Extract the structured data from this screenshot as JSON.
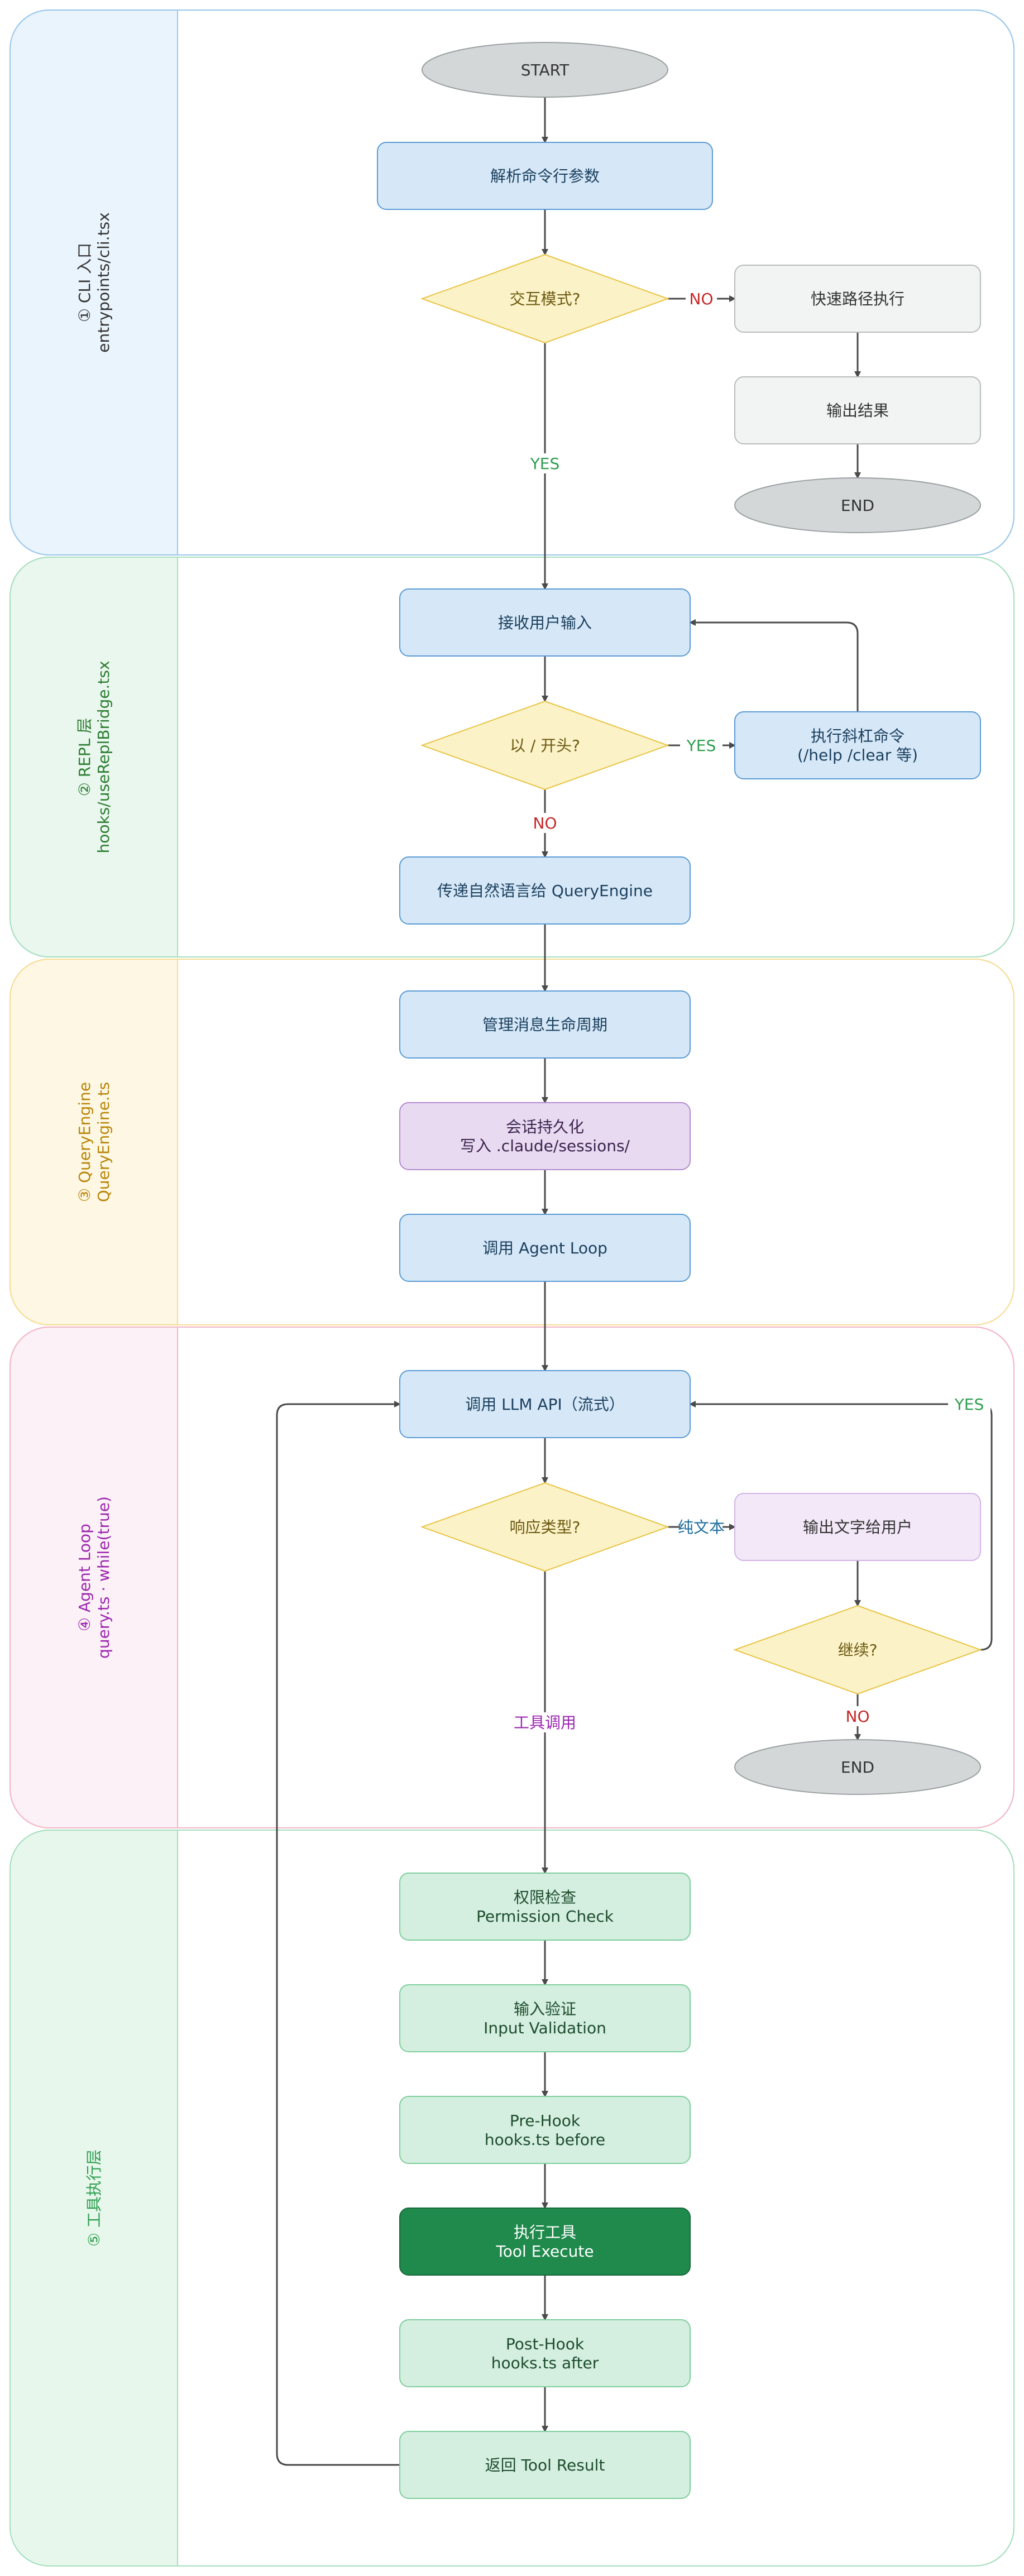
{
  "colors": {
    "edge": "#4a4a4a",
    "label_no": "#c62828",
    "label_yes": "#2e9e4f",
    "label_text": "#1f6f9f",
    "label_tool": "#9c27b0"
  },
  "lanes": [
    {
      "id": "lane-cli",
      "line1": "① CLI 入口",
      "line2": "entrypoints/cli.tsx",
      "color": "#333333",
      "fill": "#ffffff",
      "stroke": "#9ac7ec",
      "side": "#eaf4fd"
    },
    {
      "id": "lane-repl",
      "line1": "② REPL 层",
      "line2": "hooks/useReplBridge.tsx",
      "color": "#2e7d32",
      "fill": "#ffffff",
      "stroke": "#a7dfbf",
      "side": "#e9f7ee"
    },
    {
      "id": "lane-queryengine",
      "line1": "③ QueryEngine",
      "line2": "QueryEngine.ts",
      "color": "#b8860b",
      "fill": "#ffffff",
      "stroke": "#f6dc94",
      "side": "#fdf7e3"
    },
    {
      "id": "lane-agentloop",
      "line1": "④ Agent Loop",
      "line2": "query.ts · while(true)",
      "color": "#9c27b0",
      "fill": "#ffffff",
      "stroke": "#f2b6c4",
      "side": "#fcf1f6"
    },
    {
      "id": "lane-tools",
      "line1": "⑤ 工具执行层",
      "line2": "",
      "color": "#2e9e4f",
      "fill": "#ffffff",
      "stroke": "#a7dfbf",
      "side": "#e7f7ec"
    }
  ],
  "nodes": [
    {
      "id": "start",
      "shape": "ellipse",
      "lines": [
        "START"
      ],
      "fill": "#d3d7d7",
      "stroke": "#9aa0a0",
      "text": "#333333"
    },
    {
      "id": "parse-args",
      "shape": "rect",
      "lines": [
        "解析命令行参数"
      ],
      "fill": "#d6e8f7",
      "stroke": "#5b9bd5",
      "text": "#1b3f5e"
    },
    {
      "id": "interactive-mode",
      "shape": "diamond",
      "lines": [
        "交互模式?"
      ],
      "fill": "#fcf2c7",
      "stroke": "#e8c547",
      "text": "#6b5a12"
    },
    {
      "id": "fast-path",
      "shape": "rect",
      "lines": [
        "快速路径执行"
      ],
      "fill": "#f2f3f3",
      "stroke": "#b7bcbc",
      "text": "#333333"
    },
    {
      "id": "output-result",
      "shape": "rect",
      "lines": [
        "输出结果"
      ],
      "fill": "#f2f3f3",
      "stroke": "#b7bcbc",
      "text": "#333333"
    },
    {
      "id": "end-1",
      "shape": "ellipse",
      "lines": [
        "END"
      ],
      "fill": "#d3d7d7",
      "stroke": "#9aa0a0",
      "text": "#333333"
    },
    {
      "id": "receive-input",
      "shape": "rect",
      "lines": [
        "接收用户输入"
      ],
      "fill": "#d6e8f7",
      "stroke": "#5b9bd5",
      "text": "#1b3f5e"
    },
    {
      "id": "slash-check",
      "shape": "diamond",
      "lines": [
        "以 / 开头?"
      ],
      "fill": "#fcf2c7",
      "stroke": "#e8c547",
      "text": "#6b5a12"
    },
    {
      "id": "slash-command",
      "shape": "rect",
      "lines": [
        "执行斜杠命令",
        "(/help /clear 等)"
      ],
      "fill": "#d6e8f7",
      "stroke": "#5b9bd5",
      "text": "#1b3f5e"
    },
    {
      "id": "pass-to-queryengine",
      "shape": "rect",
      "lines": [
        "传递自然语言给 QueryEngine"
      ],
      "fill": "#d6e8f7",
      "stroke": "#5b9bd5",
      "text": "#1b3f5e"
    },
    {
      "id": "manage-lifecycle",
      "shape": "rect",
      "lines": [
        "管理消息生命周期"
      ],
      "fill": "#d6e8f7",
      "stroke": "#5b9bd5",
      "text": "#1b3f5e"
    },
    {
      "id": "session-persist",
      "shape": "rect",
      "lines": [
        "会话持久化",
        "写入 .claude/sessions/"
      ],
      "fill": "#e8daf0",
      "stroke": "#b48bd1",
      "text": "#3d2450"
    },
    {
      "id": "call-agent-loop",
      "shape": "rect",
      "lines": [
        "调用 Agent Loop"
      ],
      "fill": "#d6e8f7",
      "stroke": "#5b9bd5",
      "text": "#1b3f5e"
    },
    {
      "id": "call-llm-api",
      "shape": "rect",
      "lines": [
        "调用 LLM API（流式）"
      ],
      "fill": "#d6e8f7",
      "stroke": "#5b9bd5",
      "text": "#1b3f5e"
    },
    {
      "id": "response-type",
      "shape": "diamond",
      "lines": [
        "响应类型?"
      ],
      "fill": "#fcf2c7",
      "stroke": "#e8c547",
      "text": "#6b5a12"
    },
    {
      "id": "output-text",
      "shape": "rect",
      "lines": [
        "输出文字给用户"
      ],
      "fill": "#f3e8f8",
      "stroke": "#d2b4e6",
      "text": "#333333"
    },
    {
      "id": "continue-check",
      "shape": "diamond",
      "lines": [
        "继续?"
      ],
      "fill": "#fcf2c7",
      "stroke": "#e8c547",
      "text": "#6b5a12"
    },
    {
      "id": "end-2",
      "shape": "ellipse",
      "lines": [
        "END"
      ],
      "fill": "#d3d7d7",
      "stroke": "#9aa0a0",
      "text": "#333333"
    },
    {
      "id": "permission-check",
      "shape": "rect",
      "lines": [
        "权限检查",
        "Permission Check"
      ],
      "fill": "#d4eedf",
      "stroke": "#7fcf9e",
      "text": "#1e4d2f"
    },
    {
      "id": "input-validation",
      "shape": "rect",
      "lines": [
        "输入验证",
        "Input Validation"
      ],
      "fill": "#d4eedf",
      "stroke": "#7fcf9e",
      "text": "#1e4d2f"
    },
    {
      "id": "pre-hook",
      "shape": "rect",
      "lines": [
        "Pre-Hook",
        "hooks.ts before"
      ],
      "fill": "#d4eedf",
      "stroke": "#7fcf9e",
      "text": "#1e4d2f"
    },
    {
      "id": "tool-execute",
      "shape": "rect",
      "lines": [
        "执行工具",
        "Tool Execute"
      ],
      "fill": "#1f8a4c",
      "stroke": "#166b3a",
      "text": "#ffffff"
    },
    {
      "id": "post-hook",
      "shape": "rect",
      "lines": [
        "Post-Hook",
        "hooks.ts after"
      ],
      "fill": "#d4eedf",
      "stroke": "#7fcf9e",
      "text": "#1e4d2f"
    },
    {
      "id": "return-tool-result",
      "shape": "rect",
      "lines": [
        "返回 Tool Result"
      ],
      "fill": "#d4eedf",
      "stroke": "#7fcf9e",
      "text": "#1e4d2f"
    }
  ],
  "edges": [
    {
      "id": "e-start-parse",
      "from": "start",
      "to": "parse-args",
      "label": ""
    },
    {
      "id": "e-parse-interactive",
      "from": "parse-args",
      "to": "interactive-mode",
      "label": ""
    },
    {
      "id": "e-interactive-fast",
      "from": "interactive-mode",
      "to": "fast-path",
      "label": "NO",
      "labelColor": "label_no"
    },
    {
      "id": "e-fast-output",
      "from": "fast-path",
      "to": "output-result",
      "label": ""
    },
    {
      "id": "e-output-end",
      "from": "output-result",
      "to": "end-1",
      "label": ""
    },
    {
      "id": "e-interactive-receive",
      "from": "interactive-mode",
      "to": "receive-input",
      "label": "YES",
      "labelColor": "label_yes"
    },
    {
      "id": "e-receive-slash",
      "from": "receive-input",
      "to": "slash-check",
      "label": ""
    },
    {
      "id": "e-slash-command",
      "from": "slash-check",
      "to": "slash-command",
      "label": "YES",
      "labelColor": "label_yes"
    },
    {
      "id": "e-command-receive",
      "from": "slash-command",
      "to": "receive-input",
      "label": ""
    },
    {
      "id": "e-slash-pass",
      "from": "slash-check",
      "to": "pass-to-queryengine",
      "label": "NO",
      "labelColor": "label_no"
    },
    {
      "id": "e-pass-manage",
      "from": "pass-to-queryengine",
      "to": "manage-lifecycle",
      "label": ""
    },
    {
      "id": "e-manage-persist",
      "from": "manage-lifecycle",
      "to": "session-persist",
      "label": ""
    },
    {
      "id": "e-persist-agent",
      "from": "session-persist",
      "to": "call-agent-loop",
      "label": ""
    },
    {
      "id": "e-agent-llm",
      "from": "call-agent-loop",
      "to": "call-llm-api",
      "label": ""
    },
    {
      "id": "e-llm-response",
      "from": "call-llm-api",
      "to": "response-type",
      "label": ""
    },
    {
      "id": "e-response-text",
      "from": "response-type",
      "to": "output-text",
      "label": "纯文本",
      "labelColor": "label_text"
    },
    {
      "id": "e-text-continue",
      "from": "output-text",
      "to": "continue-check",
      "label": ""
    },
    {
      "id": "e-continue-llm",
      "from": "continue-check",
      "to": "call-llm-api",
      "label": "YES",
      "labelColor": "label_yes"
    },
    {
      "id": "e-continue-end",
      "from": "continue-check",
      "to": "end-2",
      "label": "NO",
      "labelColor": "label_no"
    },
    {
      "id": "e-response-permission",
      "from": "response-type",
      "to": "permission-check",
      "label": "工具调用",
      "labelColor": "label_tool"
    },
    {
      "id": "e-permission-validation",
      "from": "permission-check",
      "to": "input-validation",
      "label": ""
    },
    {
      "id": "e-validation-prehook",
      "from": "input-validation",
      "to": "pre-hook",
      "label": ""
    },
    {
      "id": "e-prehook-execute",
      "from": "pre-hook",
      "to": "tool-execute",
      "label": ""
    },
    {
      "id": "e-execute-posthook",
      "from": "tool-execute",
      "to": "post-hook",
      "label": ""
    },
    {
      "id": "e-posthook-result",
      "from": "post-hook",
      "to": "return-tool-result",
      "label": ""
    },
    {
      "id": "e-result-llm",
      "from": "return-tool-result",
      "to": "call-llm-api",
      "label": ""
    }
  ]
}
